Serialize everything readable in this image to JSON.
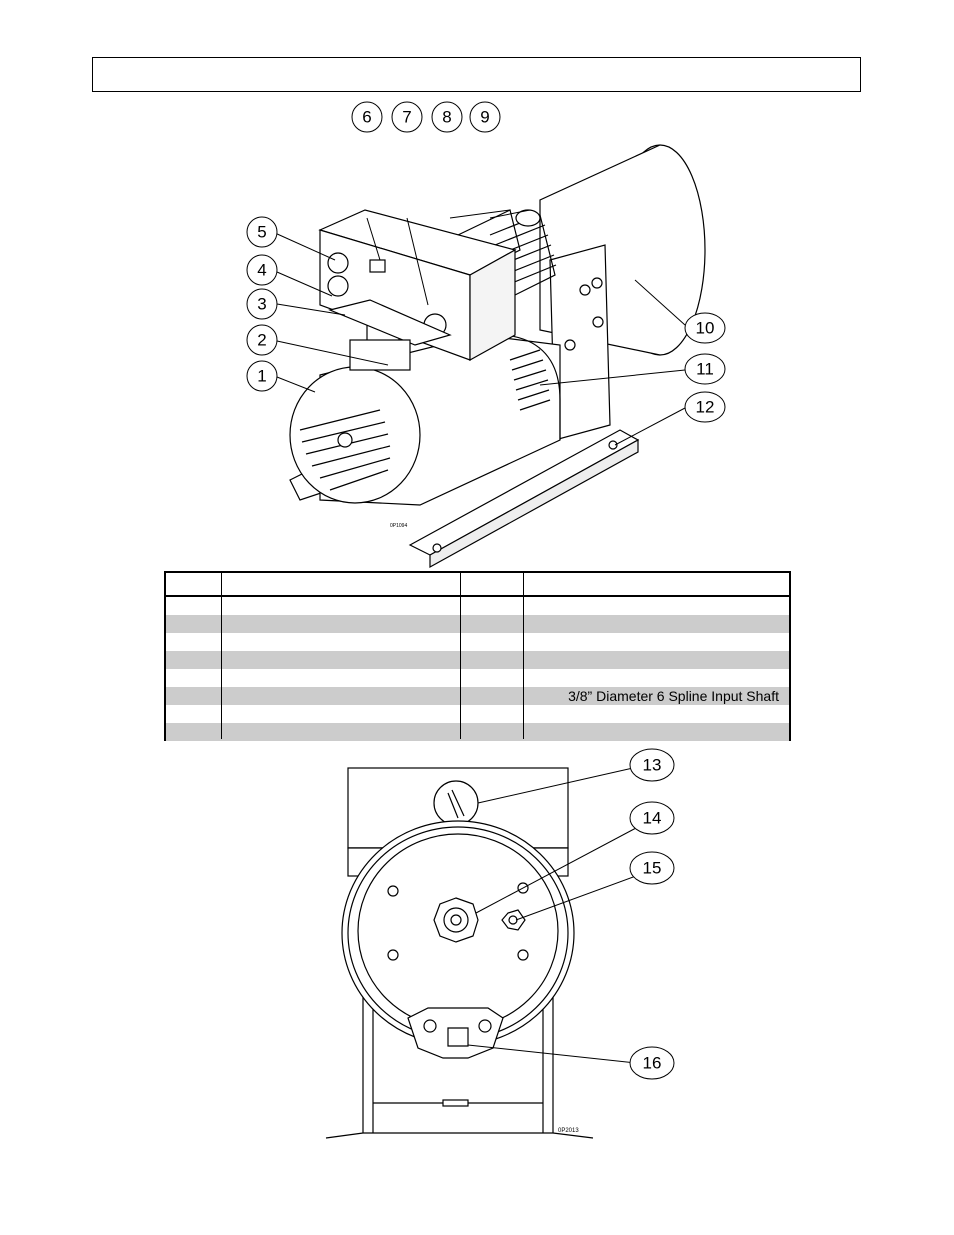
{
  "header": {
    "title": ""
  },
  "figure_top": {
    "callouts": [
      "1",
      "2",
      "3",
      "4",
      "5",
      "6",
      "7",
      "8",
      "9",
      "10",
      "11",
      "12"
    ],
    "drawing_code": "0P1094"
  },
  "parts_table": {
    "columns": [
      "",
      "",
      "",
      ""
    ],
    "rows": [
      {
        "ref_a": "",
        "desc_a": "",
        "ref_b": "",
        "desc_b": ""
      },
      {
        "ref_a": "",
        "desc_a": "",
        "ref_b": "",
        "desc_b": ""
      },
      {
        "ref_a": "",
        "desc_a": "",
        "ref_b": "",
        "desc_b": ""
      },
      {
        "ref_a": "",
        "desc_a": "",
        "ref_b": "",
        "desc_b": ""
      },
      {
        "ref_a": "",
        "desc_a": "",
        "ref_b": "",
        "desc_b": ""
      },
      {
        "ref_a": "",
        "desc_a": "",
        "ref_b": "",
        "desc_b": "3/8” Diameter 6 Spline Input Shaft"
      },
      {
        "ref_a": "",
        "desc_a": "",
        "ref_b": "",
        "desc_b": ""
      },
      {
        "ref_a": "",
        "desc_a": "",
        "ref_b": "",
        "desc_b": ""
      }
    ]
  },
  "figure_bottom": {
    "callouts": [
      "13",
      "14",
      "15",
      "16"
    ],
    "drawing_code": "0P2013"
  }
}
